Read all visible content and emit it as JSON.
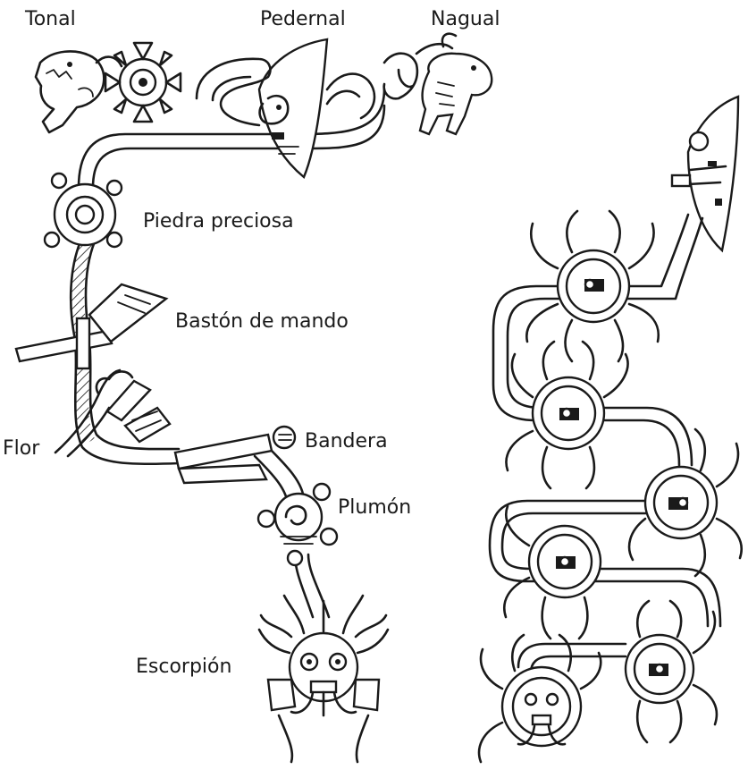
{
  "labels": {
    "tonal": "Tonal",
    "pedernal": "Pedernal",
    "nagual": "Nagual",
    "piedra_preciosa": "Piedra preciosa",
    "baston_de_mando": "Bastón de mando",
    "flor": "Flor",
    "bandera": "Bandera",
    "plumon": "Plumón",
    "escorpion": "Escorpión"
  },
  "colors": {
    "ink": "#1a1a1a",
    "background": "#ffffff"
  },
  "icons": [
    "jaguar-glyph",
    "sun-glyph",
    "flint-knife-glyph",
    "rabbit-glyph",
    "jade-stone-glyph",
    "staff-glyph",
    "flower-glyph",
    "banner-glyph",
    "down-ball-glyph",
    "scorpion-glyph",
    "sun-disk-face-glyph"
  ]
}
